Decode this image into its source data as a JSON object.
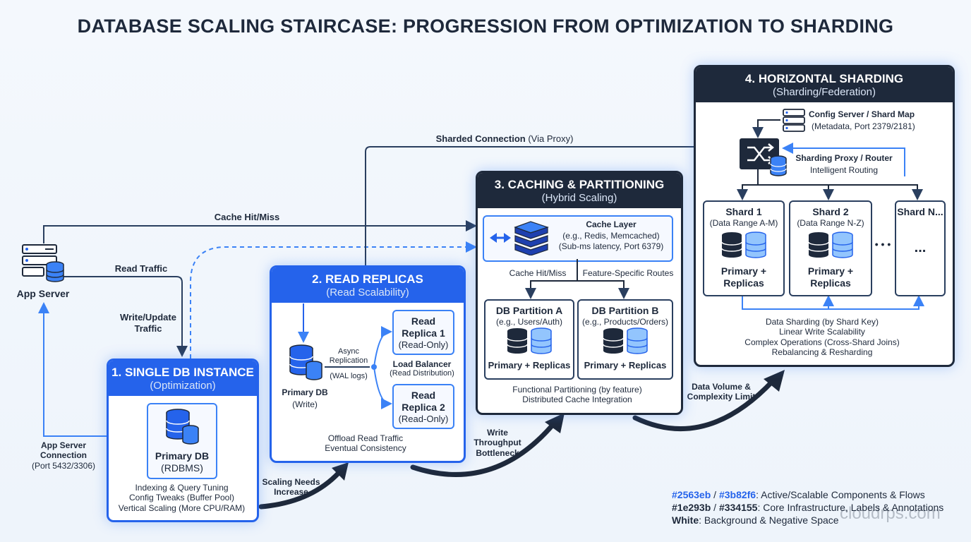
{
  "title": "DATABASE SCALING STAIRCASE: PROGRESSION FROM OPTIMIZATION TO SHARDING",
  "app_server": {
    "label": "App Server",
    "connection_label": "App Server Connection",
    "connection_port": "(Port 5432/3306)",
    "read_traffic": "Read Traffic",
    "write_traffic": "Write/Update Traffic",
    "cache_hit_miss": "Cache Hit/Miss",
    "sharded_connection": "Sharded Connection",
    "sharded_connection_note": "(Via Proxy)"
  },
  "stage1": {
    "title": "1. SINGLE DB INSTANCE",
    "subtitle": "(Optimization)",
    "db_label": "Primary DB",
    "db_sub": "(RDBMS)",
    "notes": [
      "Indexing & Query Tuning",
      "Config Tweaks (Buffer Pool)",
      "Vertical Scaling (More CPU/RAM)"
    ]
  },
  "step_labels": {
    "s1": "Scaling Needs Increase",
    "s2": "Write Throughput Bottleneck",
    "s3": "Data Volume & Complexity Limit"
  },
  "stage2": {
    "title": "2. READ REPLICAS",
    "subtitle": "(Read Scalability)",
    "db_label": "Primary DB",
    "db_sub": "(Write)",
    "async": "Async Replication",
    "wal": "(WAL logs)",
    "lb_title": "Load Balancer",
    "lb_sub": "(Read Distribution)",
    "replica1": {
      "title": "Read Replica 1",
      "sub": "(Read-Only)"
    },
    "replica2": {
      "title": "Read Replica 2",
      "sub": "(Read-Only)"
    },
    "notes": [
      "Offload Read Traffic",
      "Eventual Consistency"
    ]
  },
  "stage3": {
    "title": "3. CACHING & PARTITIONING",
    "subtitle": "(Hybrid Scaling)",
    "cache_title": "Cache Layer",
    "cache_sub1": "(e.g., Redis, Memcached)",
    "cache_sub2": "(Sub-ms latency, Port 6379)",
    "cache_hit": "Cache Hit/Miss",
    "feature_routes": "Feature-Specific Routes",
    "partA": {
      "title": "DB Partition A",
      "sub": "(e.g., Users/Auth)",
      "foot": "Primary + Replicas"
    },
    "partB": {
      "title": "DB Partition B",
      "sub": "(e.g., Products/Orders)",
      "foot": "Primary + Replicas"
    },
    "notes": [
      "Functional Partitioning (by feature)",
      "Distributed Cache Integration"
    ]
  },
  "stage4": {
    "title": "4. HORIZONTAL SHARDING",
    "subtitle": "(Sharding/Federation)",
    "config_title": "Config Server / Shard Map",
    "config_sub": "(Metadata, Port 2379/2181)",
    "proxy_title": "Sharding Proxy / Router",
    "proxy_sub": "Intelligent Routing",
    "shard1": {
      "title": "Shard 1",
      "sub": "(Data Range A-M)",
      "foot": "Primary + Replicas"
    },
    "shard2": {
      "title": "Shard 2",
      "sub": "(Data Range N-Z)",
      "foot": "Primary + Replicas"
    },
    "shardN": {
      "title": "Shard N...",
      "body": "..."
    },
    "ellipsis": "• • •",
    "notes": [
      "Data Sharding (by Shard Key)",
      "Linear Write Scalability",
      "Complex Operations (Cross-Shard Joins)",
      "Rebalancing & Resharding"
    ]
  },
  "legend": [
    {
      "code1": "#2563eb",
      "sep": " / ",
      "code2": "#3b82f6",
      "text": ": Active/Scalable Components & Flows"
    },
    {
      "code1": "#1e293b",
      "sep": " / ",
      "code2": "#334155",
      "text": ": Core Infrastructure, Labels & Annotations"
    },
    {
      "code1": "White",
      "sep": "",
      "code2": "",
      "text": ": Background & Negative Space"
    }
  ],
  "watermark": "cloudrps.com",
  "colors": {
    "accent": "#2563eb",
    "accent_light": "#3b82f6",
    "dark": "#1e293b",
    "slate": "#334155"
  }
}
